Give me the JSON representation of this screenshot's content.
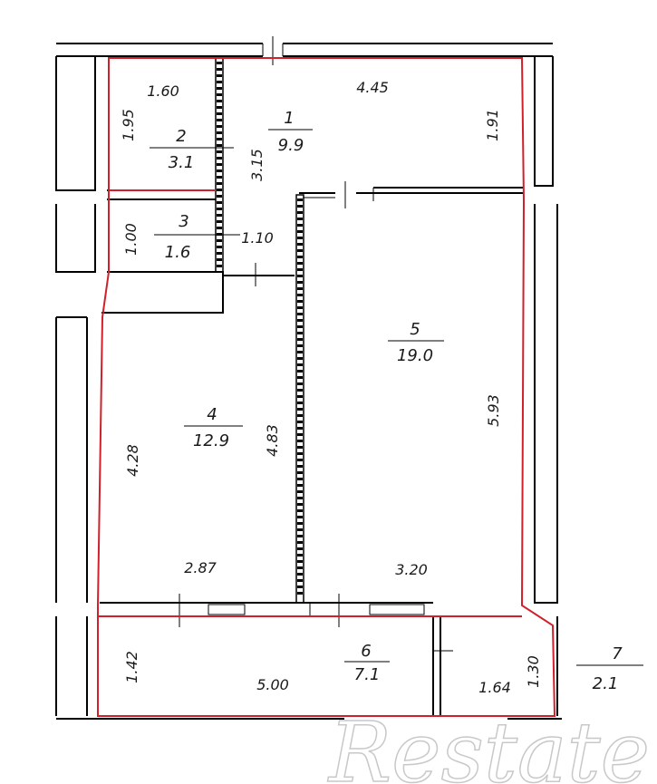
{
  "rooms": [
    {
      "number": "1",
      "area": "9.9"
    },
    {
      "number": "2",
      "area": "3.1"
    },
    {
      "number": "3",
      "area": "1.6"
    },
    {
      "number": "4",
      "area": "12.9"
    },
    {
      "number": "5",
      "area": "19.0"
    },
    {
      "number": "6",
      "area": "7.1"
    },
    {
      "number": "7",
      "area": "2.1"
    }
  ],
  "dimensions": {
    "d_1_60": "1.60",
    "d_4_45": "4.45",
    "d_1_95": "1.95",
    "d_1_91": "1.91",
    "d_3_15": "3.15",
    "d_1_00": "1.00",
    "d_1_10": "1.10",
    "d_4_28": "4.28",
    "d_4_83": "4.83",
    "d_5_93": "5.93",
    "d_2_87": "2.87",
    "d_3_20": "3.20",
    "d_1_42": "1.42",
    "d_5_00": "5.00",
    "d_1_64": "1.64",
    "d_1_30": "1.30"
  },
  "watermark": {
    "text": "Restate"
  },
  "colors": {
    "wall": "#000000",
    "outline": "#d0202a",
    "text": "#1a1a1a",
    "watermark": "#bfbfbf"
  }
}
